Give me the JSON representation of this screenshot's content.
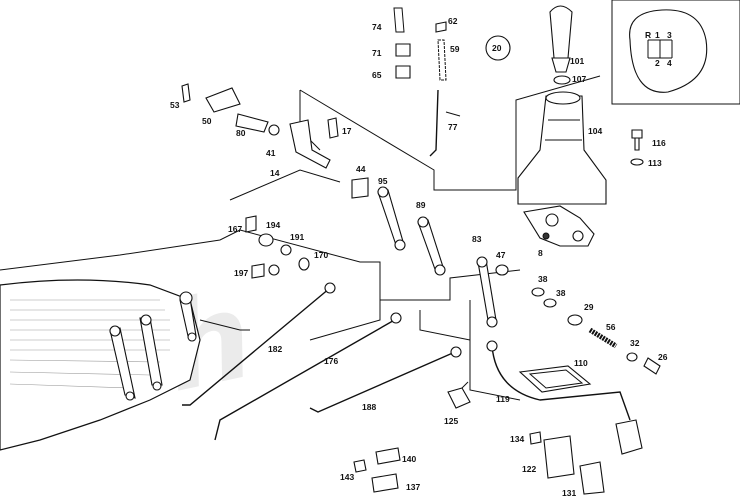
{
  "callouts": {
    "c74": "74",
    "c62": "62",
    "c71": "71",
    "c59": "59",
    "c65": "65",
    "c20": "20",
    "c101": "101",
    "c107": "107",
    "c53": "53",
    "c50": "50",
    "c80": "80",
    "c17": "17",
    "c77": "77",
    "c104": "104",
    "c116": "116",
    "c113": "113",
    "c41": "41",
    "c14": "14",
    "c44": "44",
    "c95": "95",
    "c89": "89",
    "c167": "167",
    "c194": "194",
    "c191": "191",
    "c170": "170",
    "c197": "197",
    "c83": "83",
    "c47": "47",
    "c8": "8",
    "c38a": "38",
    "c38b": "38",
    "c29": "29",
    "c56": "56",
    "c32": "32",
    "c26": "26",
    "c182": "182",
    "c176": "176",
    "c110": "110",
    "c188": "188",
    "c119": "119",
    "c125": "125",
    "c134": "134",
    "c140": "140",
    "c122": "122",
    "c143": "143",
    "c137": "137",
    "c131": "131"
  },
  "shift_pattern": {
    "gear_r": "R",
    "gear_1": "1",
    "gear_3": "3",
    "gear_2": "2",
    "gear_4": "4"
  }
}
